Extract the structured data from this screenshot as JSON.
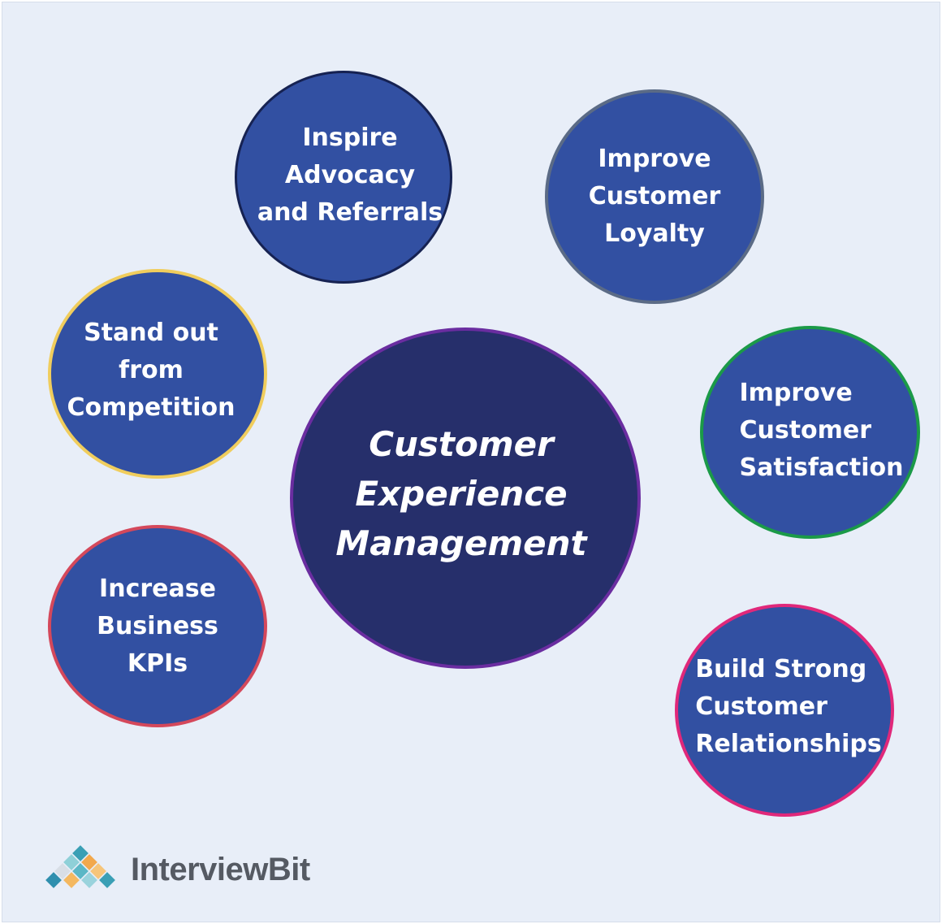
{
  "center": {
    "lines": [
      "Customer",
      "Experience",
      "Management"
    ]
  },
  "benefits": [
    {
      "id": "inspire",
      "lines": [
        "Inspire",
        "Advocacy",
        "and Referrals"
      ],
      "border_color": "#162252"
    },
    {
      "id": "loyalty",
      "lines": [
        "Improve",
        "Customer",
        "Loyalty"
      ],
      "border_color": "#5b6b86"
    },
    {
      "id": "standout",
      "lines": [
        "Stand out",
        "from",
        "Competition"
      ],
      "border_color": "#f0cd5d"
    },
    {
      "id": "satisfaction",
      "lines": [
        "Improve",
        "Customer",
        "Satisfaction"
      ],
      "border_color": "#1b9a48"
    },
    {
      "id": "kpi",
      "lines": [
        "Increase",
        "Business",
        "KPIs"
      ],
      "border_color": "#d4485b"
    },
    {
      "id": "relationships",
      "lines": [
        "Build Strong",
        "Customer",
        "Relationships"
      ],
      "border_color": "#e0287a"
    }
  ],
  "colors": {
    "bubble_fill": "#3250a2",
    "center_fill": "#262f6b",
    "center_border": "#6a2da0",
    "background": "#e8eef8"
  },
  "logo": {
    "text": "InterviewBit",
    "icon": "interviewbit-logo-icon"
  }
}
